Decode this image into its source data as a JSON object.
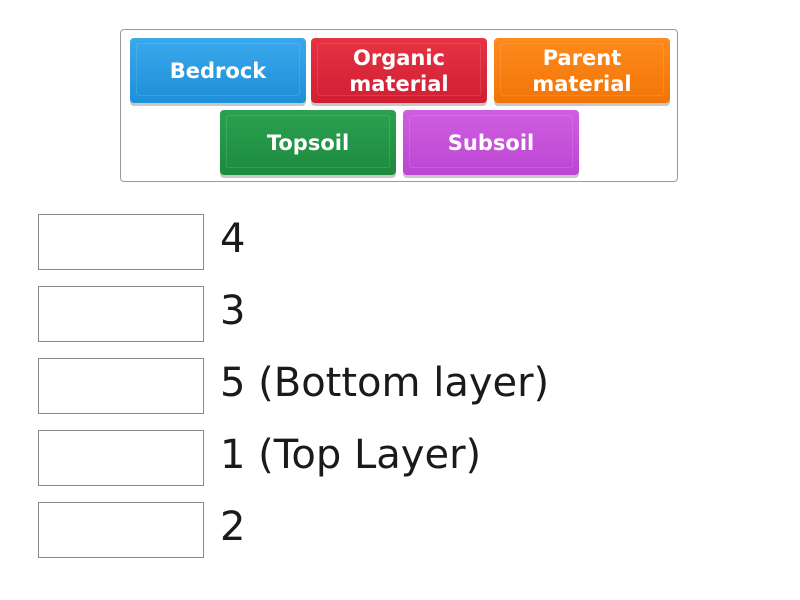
{
  "word_bank": {
    "tiles": [
      {
        "label": "Bedrock",
        "color": "#2a9be3"
      },
      {
        "label": "Organic material",
        "color": "#d92639"
      },
      {
        "label": "Parent material",
        "color": "#f97e10"
      },
      {
        "label": "Topsoil",
        "color": "#249548"
      },
      {
        "label": "Subsoil",
        "color": "#c651d9"
      }
    ]
  },
  "targets": [
    {
      "label": "4",
      "value": ""
    },
    {
      "label": "3",
      "value": ""
    },
    {
      "label": "5 (Bottom layer)",
      "value": ""
    },
    {
      "label": "1 (Top Layer)",
      "value": ""
    },
    {
      "label": "2",
      "value": ""
    }
  ]
}
